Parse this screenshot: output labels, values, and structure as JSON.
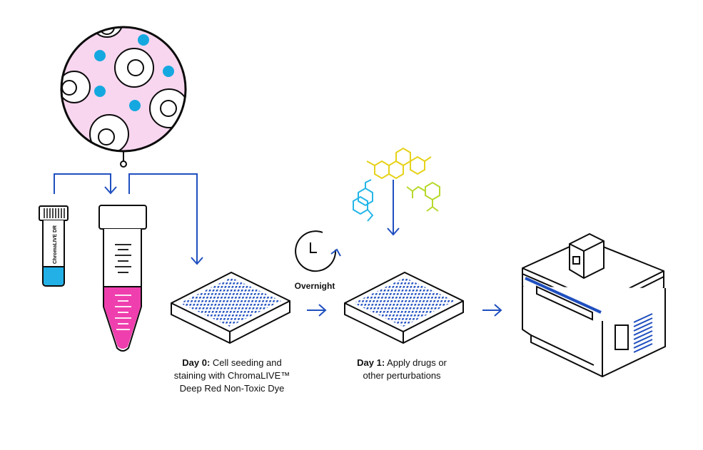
{
  "vial_label": "ChromaLIVE DR",
  "overnight_label": "Overnight",
  "steps": [
    {
      "day": "Day 0:",
      "line1": " Cell seeding and",
      "line2": "staining with ChromaLIVE™",
      "line3": "Deep Red Non-Toxic Dye"
    },
    {
      "day": "Day 1:",
      "line1": " Apply drugs or",
      "line2": "other perturbations",
      "line3": ""
    }
  ],
  "colors": {
    "ink": "#0b0b0b",
    "accent_blue": "#1f4fbf",
    "cell_pink": "#f8d6ef",
    "dot_cyan": "#15a8e0",
    "magenta_liquid": "#ef3fae",
    "vial_cyan": "#22b0e6",
    "molecule_yellow": "#e6d21a",
    "molecule_cyan": "#25b6e8",
    "molecule_green": "#b6d92c"
  }
}
